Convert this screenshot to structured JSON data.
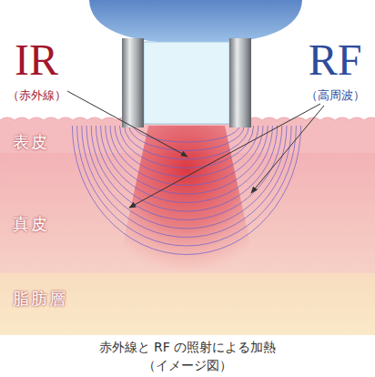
{
  "diagram": {
    "caption": "赤外線と RF の照射による加熱 （イメージ図）",
    "nodes": [
      {
        "text": [
          "表皮"
        ]
      },
      {
        "text": [
          "真皮"
        ]
      },
      {
        "text": [
          "脂肪層"
        ]
      }
    ],
    "labels": [
      "IR",
      "（赤外線）",
      "RF",
      "（高周波）"
    ]
  }
}
